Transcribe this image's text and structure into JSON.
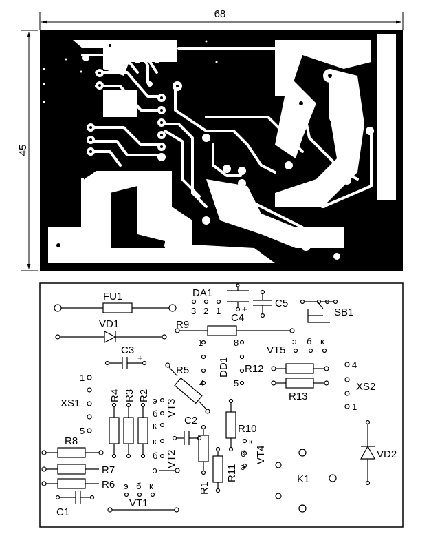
{
  "dimensions": {
    "width": "68",
    "height": "45"
  },
  "components": {
    "FU1": "FU1",
    "VD1": "VD1",
    "C3": "C3",
    "DA1": "DA1",
    "C4": "C4",
    "C5": "C5",
    "SB1": "SB1",
    "R9": "R9",
    "DD1": "DD1",
    "VT5": "VT5",
    "R5": "R5",
    "R12": "R12",
    "R13": "R13",
    "XS2": "XS2",
    "XS1": "XS1",
    "R4": "R4",
    "R3": "R3",
    "R2": "R2",
    "VT3": "VT3",
    "C2": "C2",
    "R10": "R10",
    "VT4": "VT4",
    "VD2": "VD2",
    "R8": "R8",
    "R7": "R7",
    "R6": "R6",
    "VT2": "VT2",
    "R1": "R1",
    "R11": "R11",
    "K1": "K1",
    "C1": "C1",
    "VT1": "VT1"
  },
  "pin_labels": {
    "da1_3": "3",
    "da1_2": "2",
    "da1_1": "1",
    "dd1_1": "1",
    "dd1_8": "8",
    "dd1_4": "4",
    "dd1_5": "5",
    "xs1_1": "1",
    "xs1_5": "5",
    "xs2_4": "4",
    "xs2_1": "1",
    "vt5_e": "э",
    "vt5_b": "б",
    "vt5_k": "к",
    "vt3_e": "э",
    "vt3_b": "б",
    "vt3_k": "к",
    "vt2_k": "к",
    "vt2_b": "б",
    "vt2_e": "э",
    "vt4_k": "к",
    "vt4_b": "б",
    "vt4_e": "э",
    "vt1_e": "э",
    "vt1_b": "б",
    "vt1_k": "к",
    "plus_c3": "+",
    "plus_c4": "+"
  }
}
